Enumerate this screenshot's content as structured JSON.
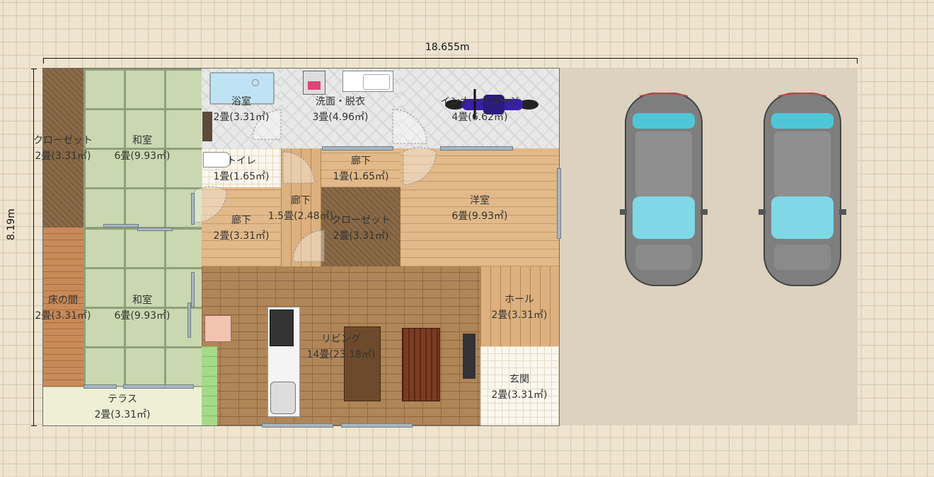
{
  "dimensions": {
    "width_label": "18.655m",
    "height_label": "8.19m"
  },
  "rooms": {
    "closet_left": {
      "name": "クローゼット",
      "size": "2畳(3.31㎡)"
    },
    "washitsu_top": {
      "name": "和室",
      "size": "6畳(9.93㎡)"
    },
    "washitsu_bottom": {
      "name": "和室",
      "size": "6畳(9.93㎡)"
    },
    "tokonoma": {
      "name": "床の間",
      "size": "2畳(3.31㎡)"
    },
    "terrace": {
      "name": "テラス",
      "size": "2畳(3.31㎡)"
    },
    "bath": {
      "name": "浴室",
      "size": "2畳(3.31㎡)"
    },
    "wash": {
      "name": "洗面・脱衣",
      "size": "3畳(4.96㎡)"
    },
    "inner_garage": {
      "name": "インナーガレージ",
      "size": "4畳(6.62㎡)"
    },
    "toilet": {
      "name": "トイレ",
      "size": "1畳(1.65㎡)"
    },
    "hall_small": {
      "name": "廊下",
      "size": "1畳(1.65㎡)"
    },
    "hall_mid": {
      "name": "廊下",
      "size": "1.5畳(2.48㎡)"
    },
    "hall_left": {
      "name": "廊下",
      "size": "2畳(3.31㎡)"
    },
    "closet_center": {
      "name": "クローゼット",
      "size": "2畳(3.31㎡)"
    },
    "western": {
      "name": "洋室",
      "size": "6畳(9.93㎡)"
    },
    "living": {
      "name": "リビング",
      "size": "14畳(23.18㎡)"
    },
    "entrance_hall": {
      "name": "ホール",
      "size": "2畳(3.31㎡)"
    },
    "genkan": {
      "name": "玄関",
      "size": "2畳(3.31㎡)"
    }
  },
  "colors": {
    "motorcycle": "#3a1fa8",
    "car_body": "#8a8a8a",
    "car_glass": "#4fc6d8",
    "parking": "#dcd2bf"
  },
  "icons": [
    "bathtub-icon",
    "washing-machine-icon",
    "sink-icon",
    "toilet-icon",
    "motorcycle-icon",
    "car-icon",
    "kitchen-counter-icon",
    "stove-icon",
    "sofa-icon",
    "dining-table-icon",
    "tv-icon",
    "chair-icon"
  ]
}
